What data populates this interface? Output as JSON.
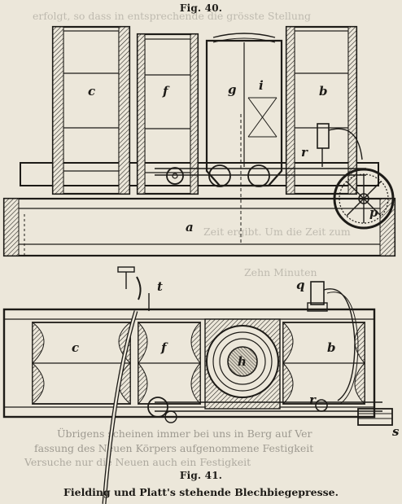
{
  "figures": {
    "fig40": {
      "label": "Fig. 40.",
      "letters": [
        "c",
        "f",
        "g",
        "i",
        "b",
        "r",
        "a",
        "p"
      ]
    },
    "fig41": {
      "label": "Fig. 41.",
      "letters": [
        "t",
        "q",
        "c",
        "f",
        "h",
        "b",
        "r",
        "s"
      ]
    }
  },
  "caption": "Fielding und Platt's stehende Blechbiegepresse.",
  "bleed_through_text": {
    "top_fragment": "erfolgt, so dass in entsprechende die grösste Stellung",
    "mid_fragment": "Zeit ergibt. Um die Zeit zum",
    "lower_fragment": "Zehn Minuten",
    "bottom_lines": [
      "Übrigens scheinen immer bei uns in Berg auf Ver",
      "fassung des Neuen Körpers aufgenommene Festigkeit",
      "Versuche nur die Neuen auch ein Festigkeit"
    ]
  }
}
